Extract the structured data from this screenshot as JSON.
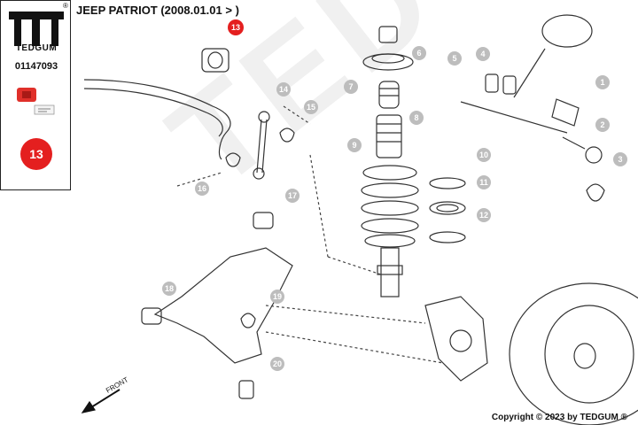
{
  "brand": {
    "name": "TEDGUM",
    "registered": "®"
  },
  "part_number": "01147093",
  "selected_badge": "13",
  "header": {
    "title": "JEEP PATRIOT  (2008.01.01 > )"
  },
  "copyright": "Copyright © 2023 by TEDGUM ®",
  "watermark": "TEDGUM",
  "front_label": "FRONT",
  "callouts": [
    "1",
    "2",
    "3",
    "4",
    "5",
    "6",
    "7",
    "8",
    "9",
    "10",
    "11",
    "12",
    "13",
    "14",
    "15",
    "16",
    "17",
    "18",
    "19",
    "20"
  ],
  "colors": {
    "accent": "#e41f1f",
    "callout": "#bdbdbd"
  }
}
